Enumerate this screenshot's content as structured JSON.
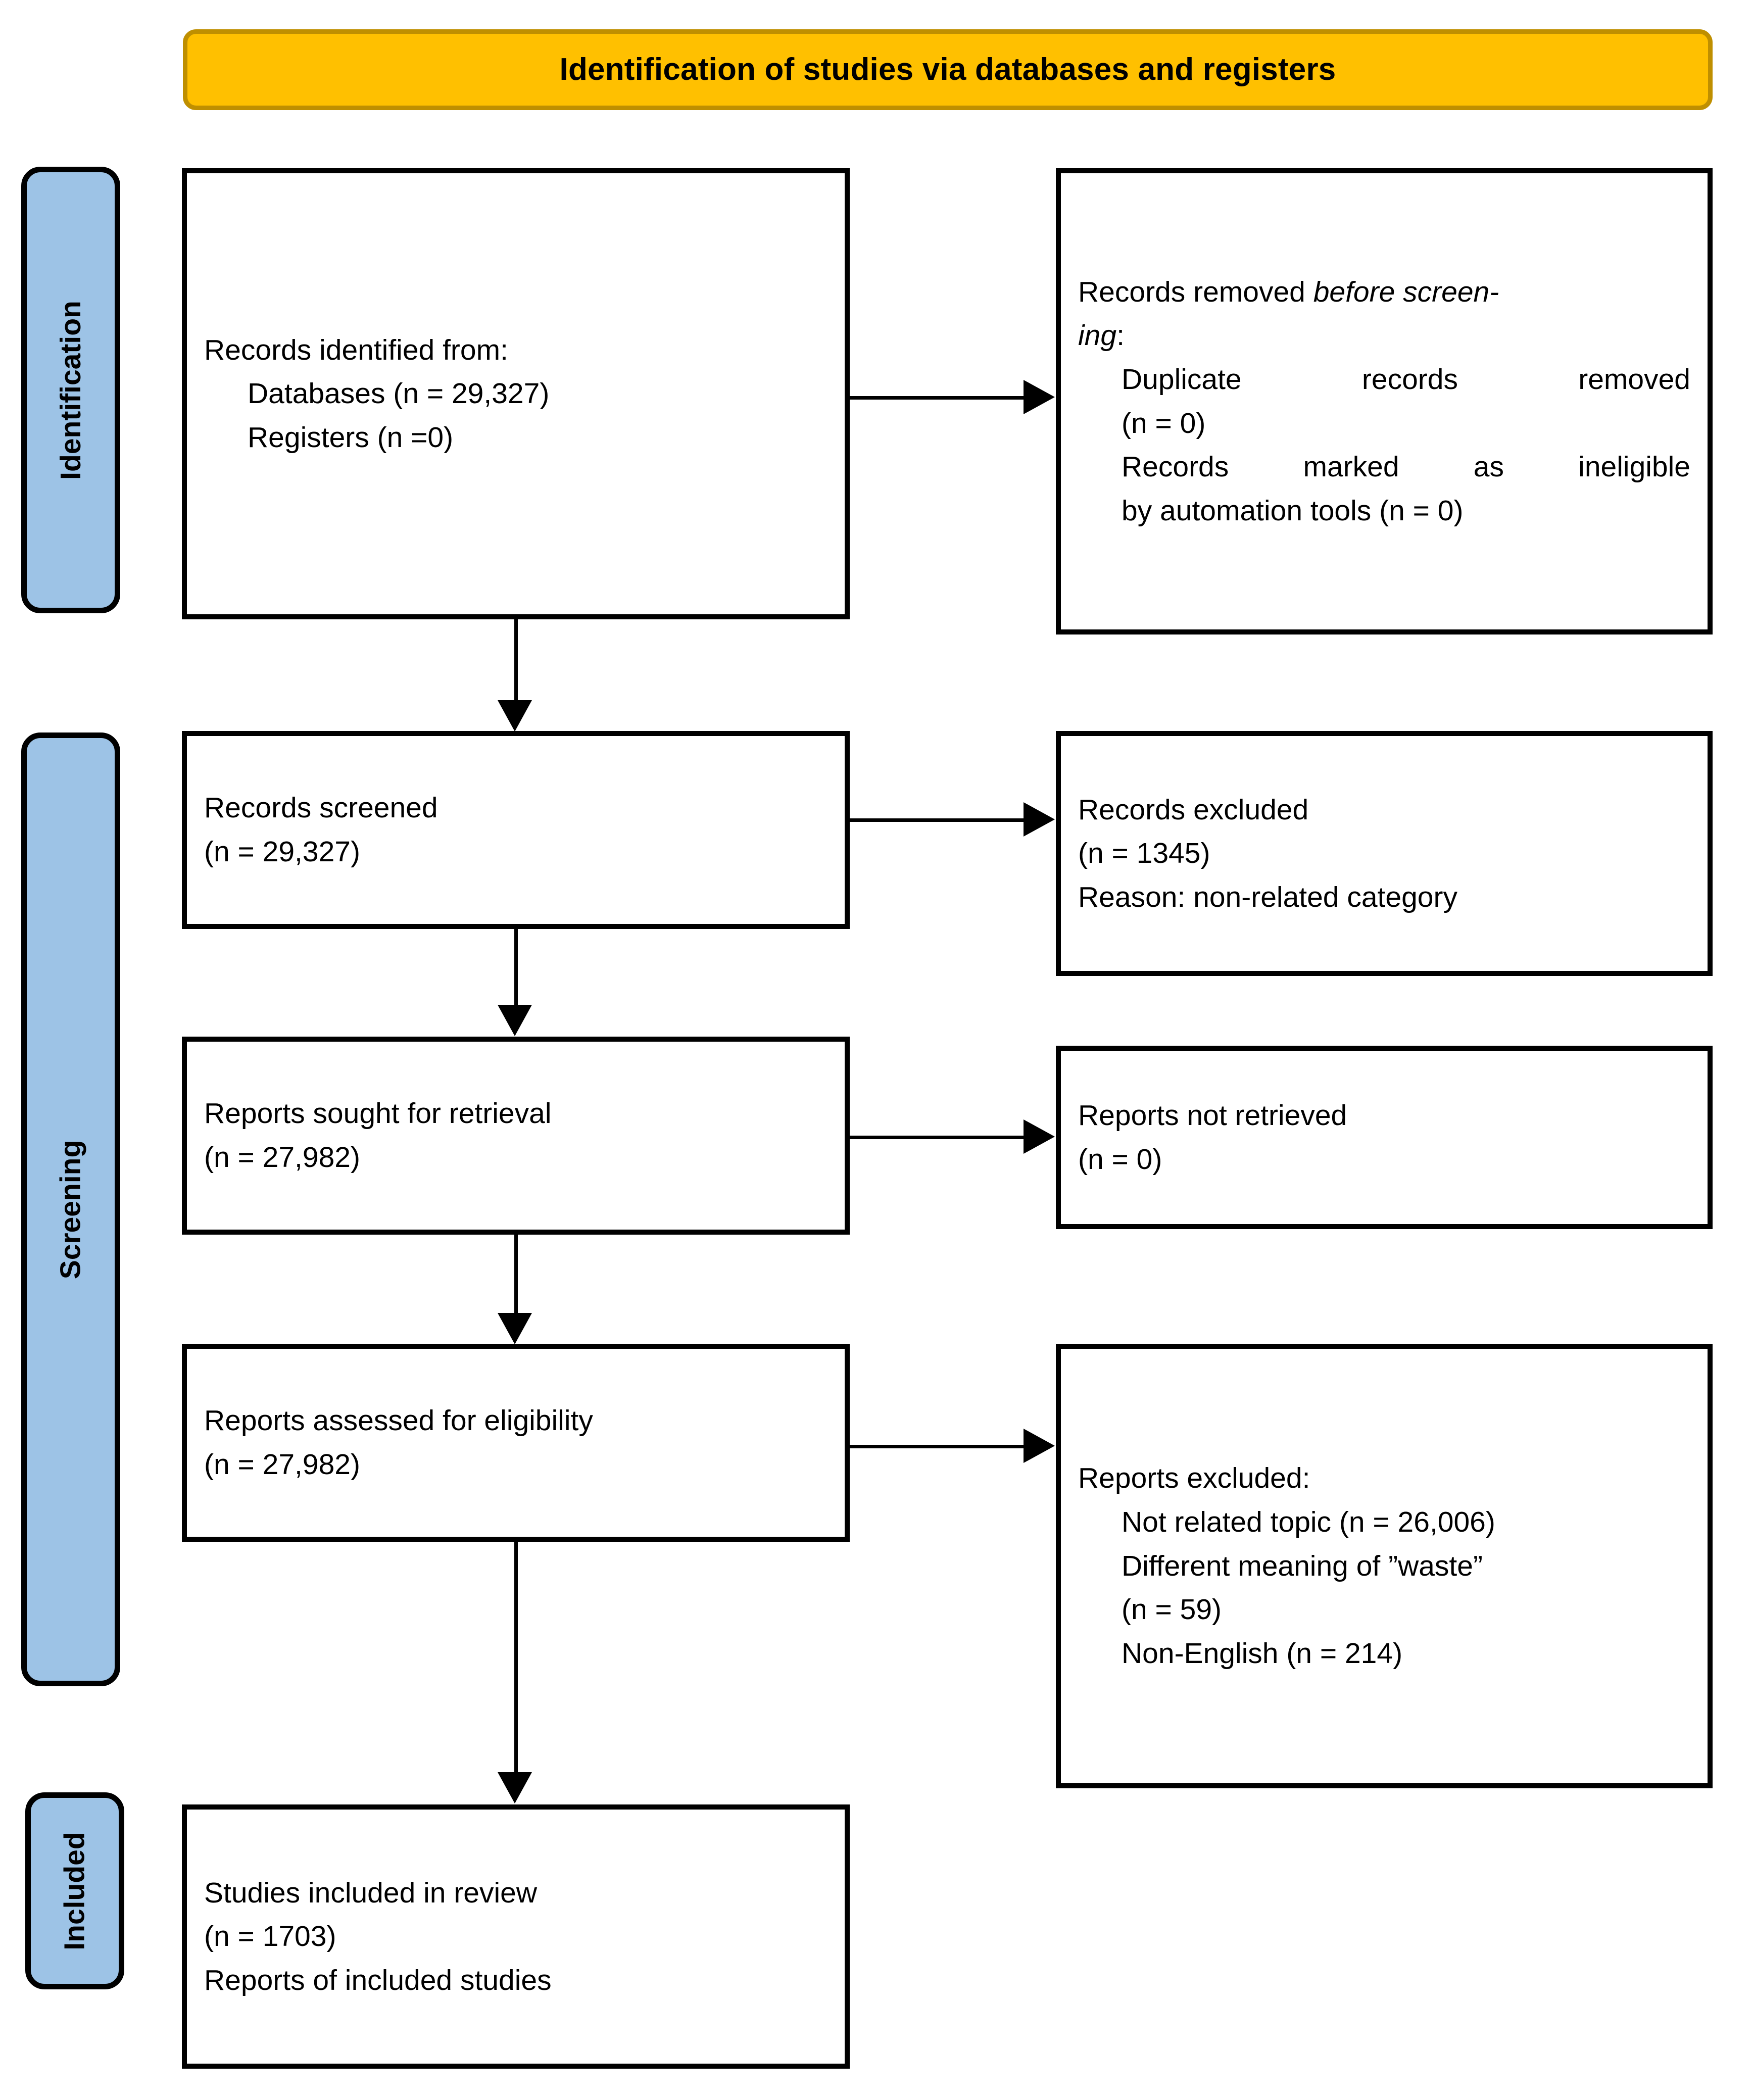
{
  "header": {
    "title": "Identification of studies via databases and registers"
  },
  "colors": {
    "header_fill": "#FFC000",
    "header_border": "#BF8F00",
    "stage_fill": "#9DC3E6",
    "box_border": "#000000",
    "text": "#000000"
  },
  "stages": [
    {
      "id": "identification",
      "label": "Identification"
    },
    {
      "id": "screening",
      "label": "Screening"
    },
    {
      "id": "included",
      "label": "Included"
    }
  ],
  "boxes": {
    "identified": {
      "line1": "Records identified from:",
      "line2": "Databases (n = 29,327)",
      "line3": "Registers (n =0)"
    },
    "removed": {
      "line1_pre": "Records removed ",
      "line1_italic": "before screen-",
      "line2_italic": "ing",
      "line2_post": ":",
      "line3": "Duplicate records removed",
      "line4": "(n = 0)",
      "line5": "Records marked as ineligible",
      "line6": "by automation tools (n = 0)"
    },
    "screened": {
      "line1": "Records screened",
      "line2": "(n = 29,327)"
    },
    "records_excluded": {
      "line1": "Records excluded",
      "line2": "(n = 1345)",
      "line3": "Reason: non-related category"
    },
    "sought": {
      "line1": "Reports sought for retrieval",
      "line2": "(n = 27,982)"
    },
    "not_retrieved": {
      "line1": "Reports not retrieved",
      "line2": "(n = 0)"
    },
    "assessed": {
      "line1": "Reports assessed for eligibility",
      "line2": "(n = 27,982)"
    },
    "reports_excluded": {
      "line1": "Reports excluded:",
      "line2": "Not related topic (n = 26,006)",
      "line3": "Different meaning of ”waste”",
      "line4": "(n = 59)",
      "line5": "Non-English (n = 214)"
    },
    "included": {
      "line1": "Studies included in review",
      "line2": "(n = 1703)",
      "line3": "Reports of included studies"
    }
  },
  "connectors": {
    "down_arrow_icon": "arrow-down-icon",
    "right_arrow_icon": "arrow-right-icon"
  }
}
